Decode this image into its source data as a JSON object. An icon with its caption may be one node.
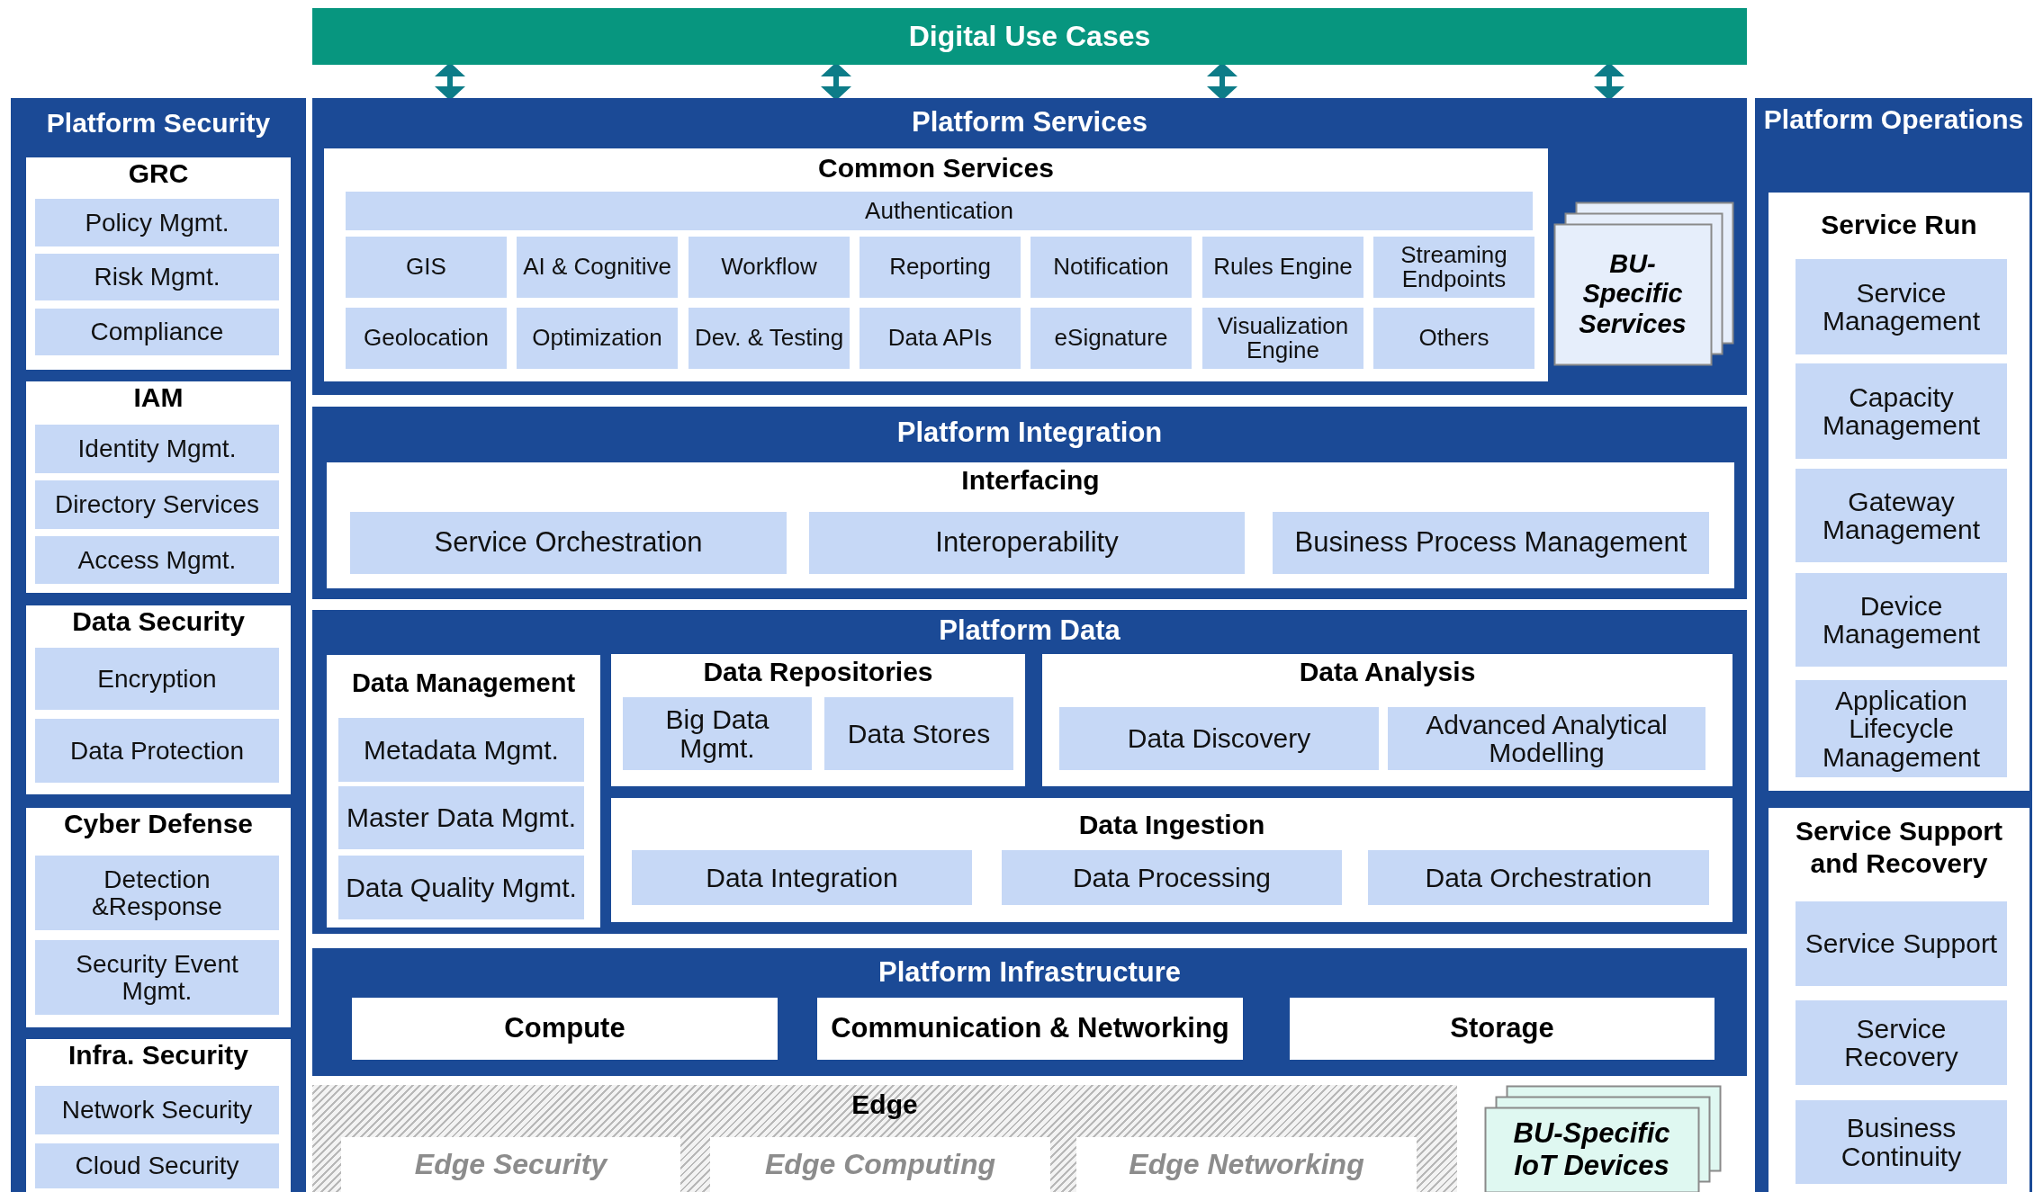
{
  "diagram": {
    "nodes": [
      {
        "text": [
          "Digital Use Cases"
        ]
      },
      {
        "text": [
          "Platform Security"
        ]
      },
      {
        "text": [
          "GRC"
        ],
        "in": 1
      },
      {
        "text": [
          "Policy Mgmt."
        ],
        "in": 2
      },
      {
        "text": [
          "Risk Mgmt."
        ],
        "in": 2
      },
      {
        "text": [
          "Compliance"
        ],
        "in": 2
      },
      {
        "text": [
          "IAM"
        ],
        "in": 1
      },
      {
        "text": [
          "Identity Mgmt."
        ],
        "in": 6
      },
      {
        "text": [
          "Directory Services"
        ],
        "in": 6
      },
      {
        "text": [
          "Access Mgmt."
        ],
        "in": 6
      },
      {
        "text": [
          "Data Security"
        ],
        "in": 1
      },
      {
        "text": [
          "Encryption"
        ],
        "in": 10
      },
      {
        "text": [
          "Data Protection"
        ],
        "in": 10
      },
      {
        "text": [
          "Cyber Defense"
        ],
        "in": 1
      },
      {
        "text": [
          "Detection &Response"
        ],
        "in": 13
      },
      {
        "text": [
          "Security Event Mgmt."
        ],
        "in": 13
      },
      {
        "text": [
          "Infra. Security"
        ],
        "in": 1
      },
      {
        "text": [
          "Network Security"
        ],
        "in": 16
      },
      {
        "text": [
          "Cloud Security"
        ],
        "in": 16
      },
      {
        "text": [
          "Platform Services"
        ]
      },
      {
        "text": [
          "Common Services"
        ],
        "in": 19
      },
      {
        "text": [
          "Authentication"
        ],
        "in": 20
      },
      {
        "text": [
          "GIS"
        ],
        "in": 20
      },
      {
        "text": [
          "AI & Cognitive"
        ],
        "in": 20
      },
      {
        "text": [
          "Workflow"
        ],
        "in": 20
      },
      {
        "text": [
          "Reporting"
        ],
        "in": 20
      },
      {
        "text": [
          "Notification"
        ],
        "in": 20
      },
      {
        "text": [
          "Rules Engine"
        ],
        "in": 20
      },
      {
        "text": [
          "Streaming Endpoints"
        ],
        "in": 20
      },
      {
        "text": [
          "Geolocation"
        ],
        "in": 20
      },
      {
        "text": [
          "Optimization"
        ],
        "in": 20
      },
      {
        "text": [
          "Dev. & Testing"
        ],
        "in": 20
      },
      {
        "text": [
          "Data APIs"
        ],
        "in": 20
      },
      {
        "text": [
          "eSignature"
        ],
        "in": 20
      },
      {
        "text": [
          "Visualization Engine"
        ],
        "in": 20
      },
      {
        "text": [
          "Others"
        ],
        "in": 20
      },
      {
        "text": [
          "BU-Specific Services"
        ],
        "in": 19
      },
      {
        "text": [
          "Platform Integration"
        ]
      },
      {
        "text": [
          "Interfacing"
        ],
        "in": 37
      },
      {
        "text": [
          "Service Orchestration"
        ],
        "in": 38
      },
      {
        "text": [
          "Interoperability"
        ],
        "in": 38
      },
      {
        "text": [
          "Business Process Management"
        ],
        "in": 38
      },
      {
        "text": [
          "Platform Data"
        ]
      },
      {
        "text": [
          "Data Management"
        ],
        "in": 42
      },
      {
        "text": [
          "Metadata Mgmt."
        ],
        "in": 43
      },
      {
        "text": [
          "Master Data Mgmt."
        ],
        "in": 43
      },
      {
        "text": [
          "Data Quality Mgmt."
        ],
        "in": 43
      },
      {
        "text": [
          "Data Repositories"
        ],
        "in": 42
      },
      {
        "text": [
          "Big Data Mgmt."
        ],
        "in": 47
      },
      {
        "text": [
          "Data Stores"
        ],
        "in": 47
      },
      {
        "text": [
          "Data Analysis"
        ],
        "in": 42
      },
      {
        "text": [
          "Data Discovery"
        ],
        "in": 50
      },
      {
        "text": [
          "Advanced Analytical Modelling"
        ],
        "in": 50
      },
      {
        "text": [
          "Data Ingestion"
        ],
        "in": 42
      },
      {
        "text": [
          "Data Integration"
        ],
        "in": 53
      },
      {
        "text": [
          "Data Processing"
        ],
        "in": 53
      },
      {
        "text": [
          "Data Orchestration"
        ],
        "in": 53
      },
      {
        "text": [
          "Platform Infrastructure"
        ]
      },
      {
        "text": [
          "Compute"
        ],
        "in": 57
      },
      {
        "text": [
          "Communication & Networking"
        ],
        "in": 57
      },
      {
        "text": [
          "Storage"
        ],
        "in": 57
      },
      {
        "text": [
          "Edge"
        ]
      },
      {
        "text": [
          "Edge Security"
        ],
        "in": 61
      },
      {
        "text": [
          "Edge Computing"
        ],
        "in": 61
      },
      {
        "text": [
          "Edge Networking"
        ],
        "in": 61
      },
      {
        "text": [
          "BU-Specific IoT Devices"
        ]
      },
      {
        "text": [
          "Platform Operations"
        ]
      },
      {
        "text": [
          "Service Run"
        ],
        "in": 66
      },
      {
        "text": [
          "Service Management"
        ],
        "in": 67
      },
      {
        "text": [
          "Capacity Management"
        ],
        "in": 67
      },
      {
        "text": [
          "Gateway Management"
        ],
        "in": 67
      },
      {
        "text": [
          "Device Management"
        ],
        "in": 67
      },
      {
        "text": [
          "Application Lifecycle Management"
        ],
        "in": 67
      },
      {
        "text": [
          "Service Support and Recovery"
        ],
        "in": 66
      },
      {
        "text": [
          "Service Support"
        ],
        "in": 73
      },
      {
        "text": [
          "Service Recovery"
        ],
        "in": 73
      },
      {
        "text": [
          "Business Continuity"
        ],
        "in": 73
      }
    ],
    "edges": [
      {
        "from": 0,
        "to": 19,
        "arrow": "both"
      },
      {
        "from": 0,
        "to": 19,
        "arrow": "both"
      },
      {
        "from": 0,
        "to": 19,
        "arrow": "both"
      },
      {
        "from": 0,
        "to": 19,
        "arrow": "both"
      }
    ]
  }
}
